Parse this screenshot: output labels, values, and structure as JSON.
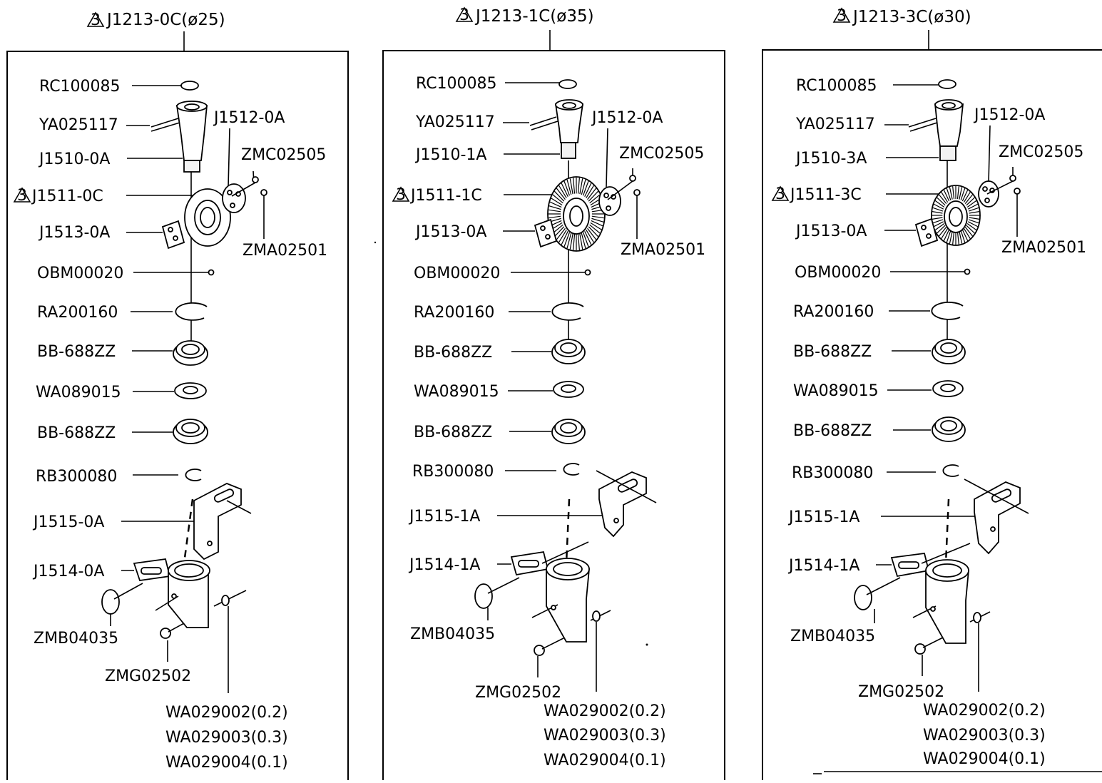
{
  "columns": [
    {
      "title": "J1213-0C(ø25)",
      "revised": true,
      "labels": [
        "RC100085",
        "YA025117",
        "J1510-0A",
        "J1511-0C",
        "J1513-0A",
        "OBM00020",
        "RA200160",
        "BB-688ZZ",
        "WA089015",
        "BB-688ZZ",
        "RB300080",
        "J1515-0A",
        "J1514-0A",
        "ZMB04035",
        "ZMG02502"
      ],
      "right_labels": [
        "J1512-0A",
        "ZMC02505",
        "ZMA02501"
      ],
      "shims": [
        "WA029002(0.2)",
        "WA029003(0.3)",
        "WA029004(0.1)"
      ]
    },
    {
      "title": "J1213-1C(ø35)",
      "revised": true,
      "labels": [
        "RC100085",
        "YA025117",
        "J1510-1A",
        "J1511-1C",
        "J1513-0A",
        "OBM00020",
        "RA200160",
        "BB-688ZZ",
        "WA089015",
        "BB-688ZZ",
        "RB300080",
        "J1515-1A",
        "J1514-1A",
        "ZMB04035",
        "ZMG02502"
      ],
      "right_labels": [
        "J1512-0A",
        "ZMC02505",
        "ZMA02501"
      ],
      "shims": [
        "WA029002(0.2)",
        "WA029003(0.3)",
        "WA029004(0.1)"
      ]
    },
    {
      "title": "J1213-3C(ø30)",
      "revised": true,
      "labels": [
        "RC100085",
        "YA025117",
        "J1510-3A",
        "J1511-3C",
        "J1513-0A",
        "OBM00020",
        "RA200160",
        "BB-688ZZ",
        "WA089015",
        "BB-688ZZ",
        "RB300080",
        "J1515-1A",
        "J1514-1A",
        "ZMB04035",
        "ZMG02502"
      ],
      "right_labels": [
        "J1512-0A",
        "ZMC02505",
        "ZMA02501"
      ],
      "shims": [
        "WA029002(0.2)",
        "WA029003(0.3)",
        "WA029004(0.1)"
      ]
    }
  ],
  "revision_mark": "3"
}
